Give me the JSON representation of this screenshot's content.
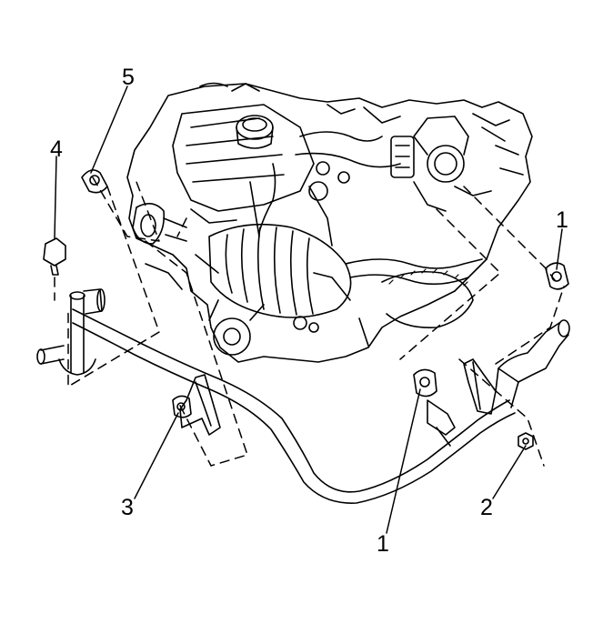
{
  "diagram": {
    "callouts": [
      {
        "id": "c5",
        "label": "5"
      },
      {
        "id": "c4",
        "label": "4"
      },
      {
        "id": "c1a",
        "label": "1"
      },
      {
        "id": "c3",
        "label": "3"
      },
      {
        "id": "c2",
        "label": "2"
      },
      {
        "id": "c1b",
        "label": "1"
      }
    ],
    "colors": {
      "ink": "#000000",
      "paper": "#ffffff",
      "shade": "#f2f2f2"
    }
  }
}
